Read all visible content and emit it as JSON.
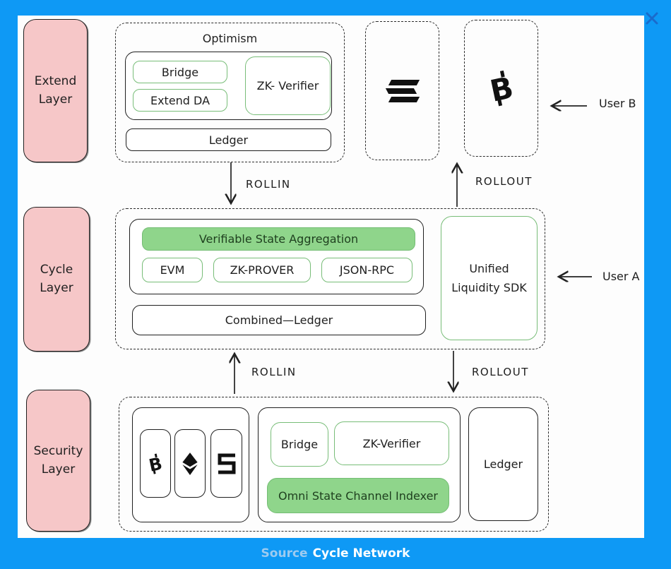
{
  "window": {
    "close_icon": "✕"
  },
  "caption": {
    "prefix": "Source",
    "name": "Cycle Network"
  },
  "layers": {
    "extend": "Extend Layer",
    "cycle": "Cycle Layer",
    "security": "Security Layer"
  },
  "extend_group": {
    "title": "Optimism",
    "bridge": "Bridge",
    "extend_da": "Extend DA",
    "zk_verifier": "ZK- Verifier",
    "ledger": "Ledger"
  },
  "icons": {
    "close": "close-x",
    "solana": "solana-three-bars",
    "bitcoin_glyph": "B",
    "ethereum": "ethereum-diamond",
    "s_chain": "blocky-s"
  },
  "flows": {
    "rollin_top": "ROLLIN",
    "rollout_top": "ROLLOUT",
    "rollin_bottom": "ROLLIN",
    "rollout_bottom": "ROLLOUT"
  },
  "users": {
    "user_a": "User A",
    "user_b": "User B"
  },
  "cycle_group": {
    "vsa": "Verifiable State Aggregation",
    "evm": "EVM",
    "zk_prover": "ZK-PROVER",
    "json_rpc": "JSON-RPC",
    "combined_ledger": "Combined—Ledger",
    "sdk": "Unified Liquidity SDK"
  },
  "security_group": {
    "bridge": "Bridge",
    "zk_verifier": "ZK-Verifier",
    "omni": "Omni State Channel Indexer",
    "ledger": "Ledger"
  },
  "colors": {
    "frame_blue": "#0E99F5",
    "pink": "#F6C7C8",
    "green_fill": "#8FD58B",
    "green_border": "#74BD74",
    "ink": "#1F1F1F",
    "caption_prefix": "#9DCBF0",
    "caption_name": "#FFFFFF"
  }
}
